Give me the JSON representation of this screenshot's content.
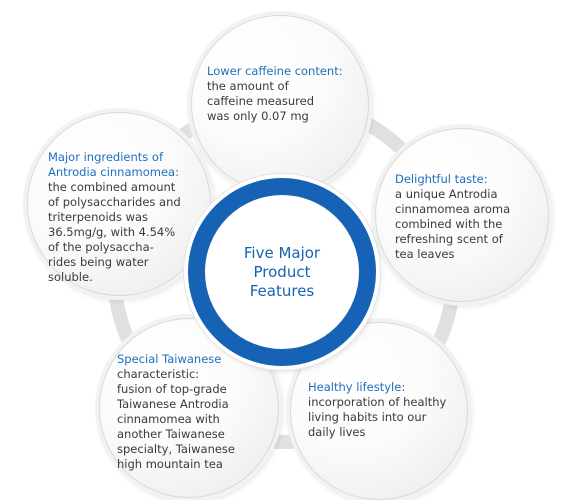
{
  "center": {
    "title": "Five Major\nProduct\nFeatures"
  },
  "colors": {
    "accent_blue": "#1663b5",
    "title_blue": "#1e6fbf",
    "body_text": "#3a3a3a",
    "connector": "#e0e0e0"
  },
  "features": [
    {
      "title": "Lower caffeine content:",
      "body": "the amount of\ncaffeine measured\nwas only 0.07 mg"
    },
    {
      "title": "Delightful taste:",
      "body": "a unique Antrodia\ncinnamomea aroma\ncombined with the\nrefreshing scent of\ntea leaves"
    },
    {
      "title": "Healthy lifestyle:",
      "body": "incorporation of healthy\nliving habits into our\ndaily lives"
    },
    {
      "title": "Special Taiwanese",
      "body": "characteristic:\nfusion of top-grade\nTaiwanese Antrodia\ncinnamomea with\nanother Taiwanese\nspecialty, Taiwanese\nhigh mountain tea"
    },
    {
      "title": "Major ingredients of\nAntrodia cinnamomea:",
      "body": "the combined amount\nof polysaccharides and\ntriterpenoids was\n36.5mg/g, with 4.54%\nof the polysaccha-\nrides being water\nsoluble."
    }
  ]
}
